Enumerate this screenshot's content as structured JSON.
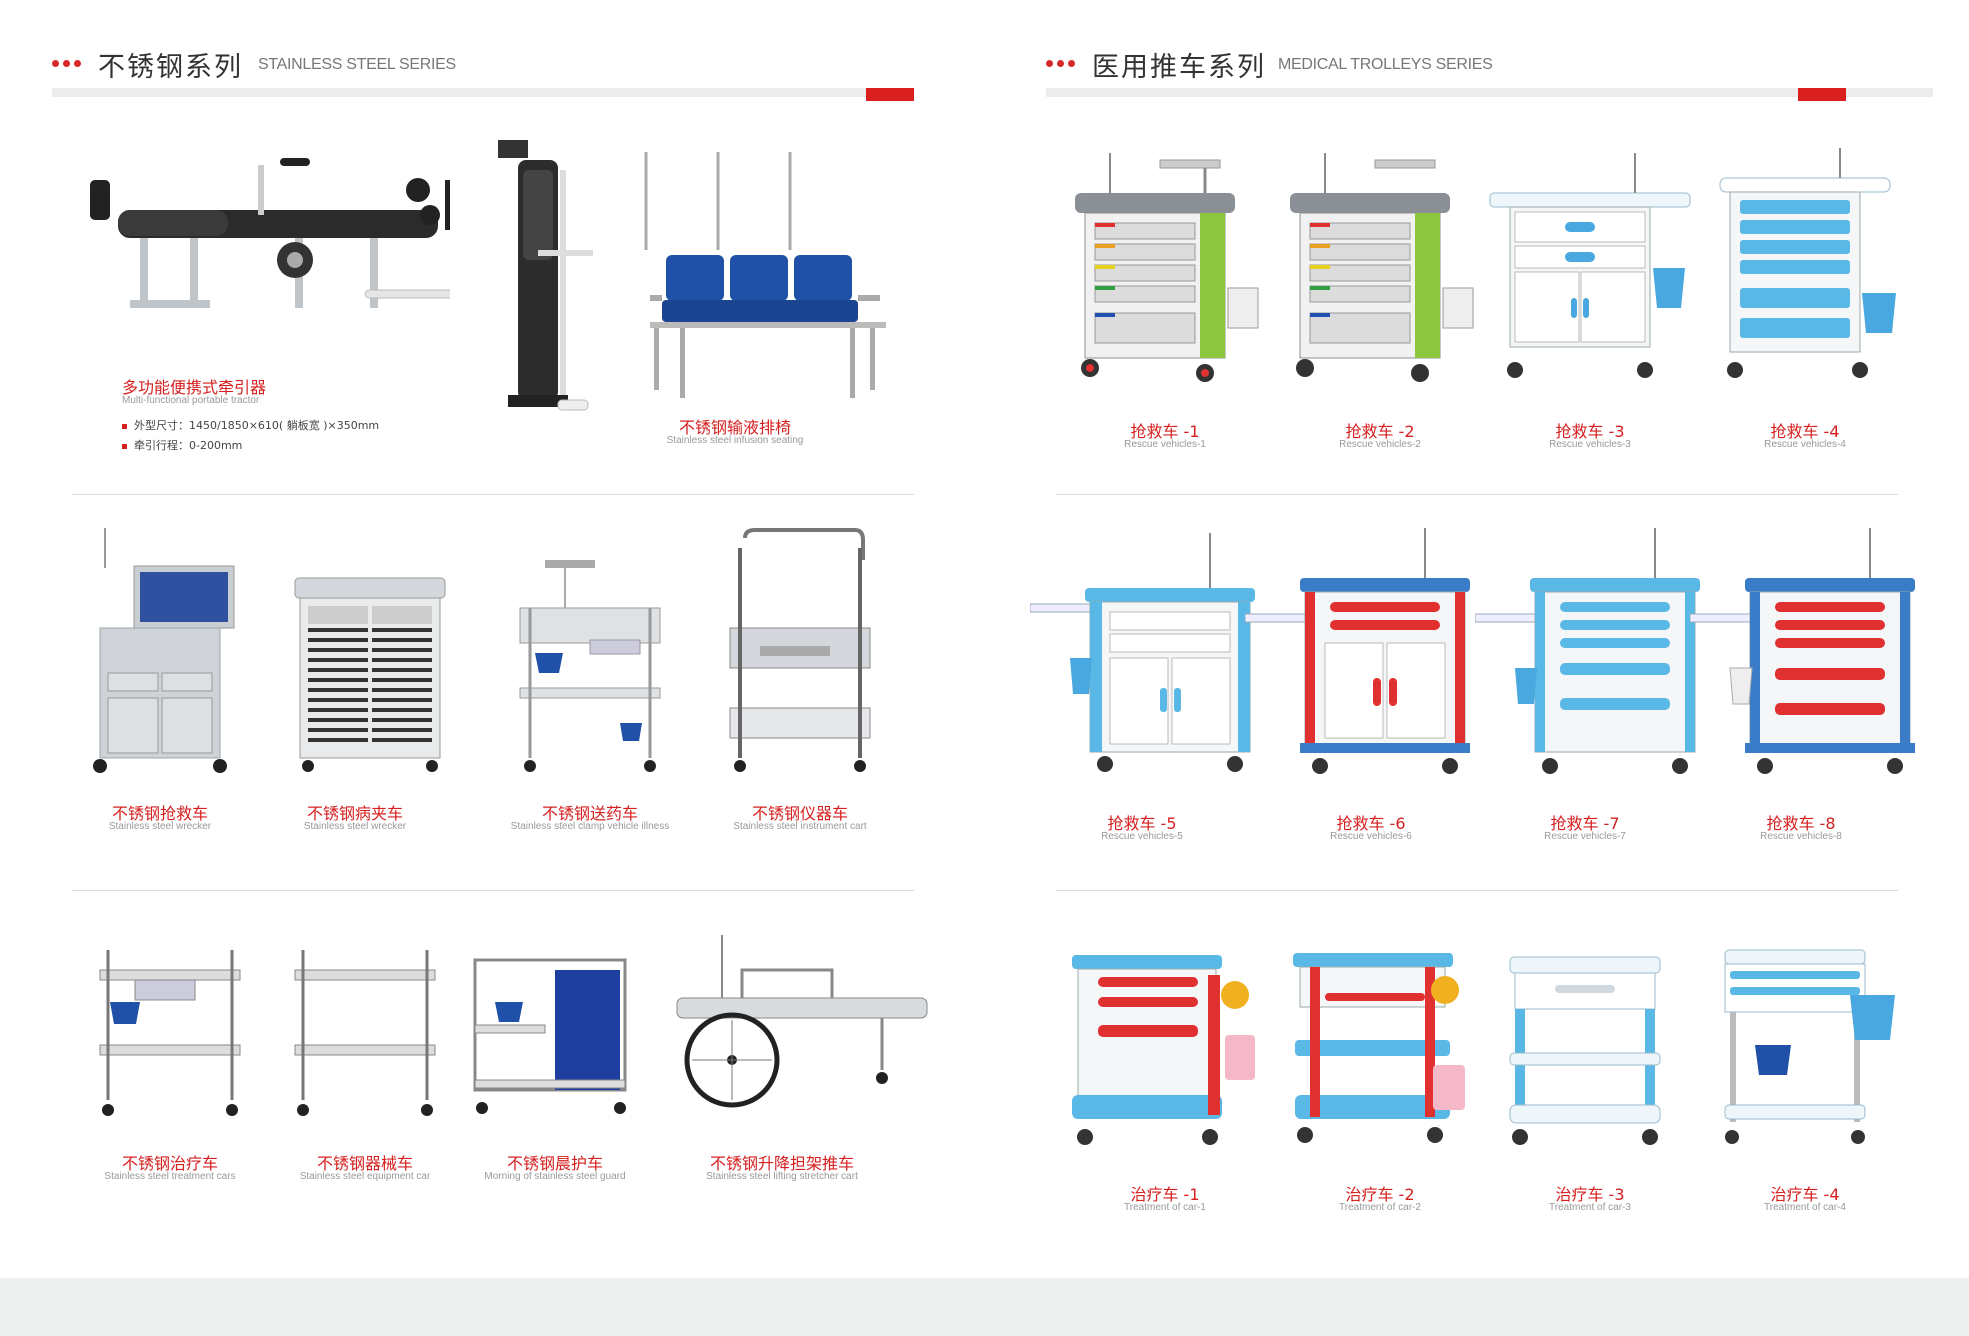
{
  "left_section": {
    "title_cn": "不锈钢系列",
    "title_en": "STAINLESS STEEL SERIES"
  },
  "right_section": {
    "title_cn": "医用推车系列",
    "title_en": "MEDICAL TROLLEYS SERIES"
  },
  "tractor": {
    "name_cn": "多功能便携式牵引器",
    "name_en": "Multi-functional portable tractor",
    "specs": [
      "外型尺寸：1450/1850×610( 躺板宽 )×350mm",
      "牵引行程：0-200mm"
    ]
  },
  "infusion_seating": {
    "name_cn": "不锈钢输液排椅",
    "name_en": "Stainless steel infusion seating"
  },
  "stainless_row2": [
    {
      "name_cn": "不锈钢抢救车",
      "name_en": "Stainless steel wrecker"
    },
    {
      "name_cn": "不锈钢病夹车",
      "name_en": "Stainless steel wrecker"
    },
    {
      "name_cn": "不锈钢送药车",
      "name_en": "Stainless steel clamp vehicle illness"
    },
    {
      "name_cn": "不锈钢仪器车",
      "name_en": "Stainless steel instrument cart"
    }
  ],
  "stainless_row3": [
    {
      "name_cn": "不锈钢治疗车",
      "name_en": "Stainless steel treatment cars"
    },
    {
      "name_cn": "不锈钢器械车",
      "name_en": "Stainless steel equipment car"
    },
    {
      "name_cn": "不锈钢晨护车",
      "name_en": "Morning of stainless steel guard"
    },
    {
      "name_cn": "不锈钢升降担架推车",
      "name_en": "Stainless steel lifting stretcher cart"
    }
  ],
  "trolleys_row1": [
    {
      "name_cn": "抢救车 -1",
      "name_en": "Rescue vehicles-1"
    },
    {
      "name_cn": "抢救车 -2",
      "name_en": "Rescue vehicles-2"
    },
    {
      "name_cn": "抢救车 -3",
      "name_en": "Rescue vehicles-3"
    },
    {
      "name_cn": "抢救车 -4",
      "name_en": "Rescue vehicles-4"
    }
  ],
  "trolleys_row2": [
    {
      "name_cn": "抢救车 -5",
      "name_en": "Rescue vehicles-5"
    },
    {
      "name_cn": "抢救车 -6",
      "name_en": "Rescue vehicles-6"
    },
    {
      "name_cn": "抢救车 -7",
      "name_en": "Rescue vehicles-7"
    },
    {
      "name_cn": "抢救车 -8",
      "name_en": "Rescue vehicles-8"
    }
  ],
  "trolleys_row3": [
    {
      "name_cn": "治疗车 -1",
      "name_en": "Treatment of car-1"
    },
    {
      "name_cn": "治疗车 -2",
      "name_en": "Treatment of car-2"
    },
    {
      "name_cn": "治疗车 -3",
      "name_en": "Treatment of car-3"
    },
    {
      "name_cn": "治疗车 -4",
      "name_en": "Treatment of car-4"
    }
  ],
  "colors": {
    "accent_red": "#d91f1f",
    "steel": "#c8ccd0",
    "trolley_blue": "#4aa8e0",
    "trolley_red": "#e03030",
    "grey_frame": "#9aa0a6"
  }
}
